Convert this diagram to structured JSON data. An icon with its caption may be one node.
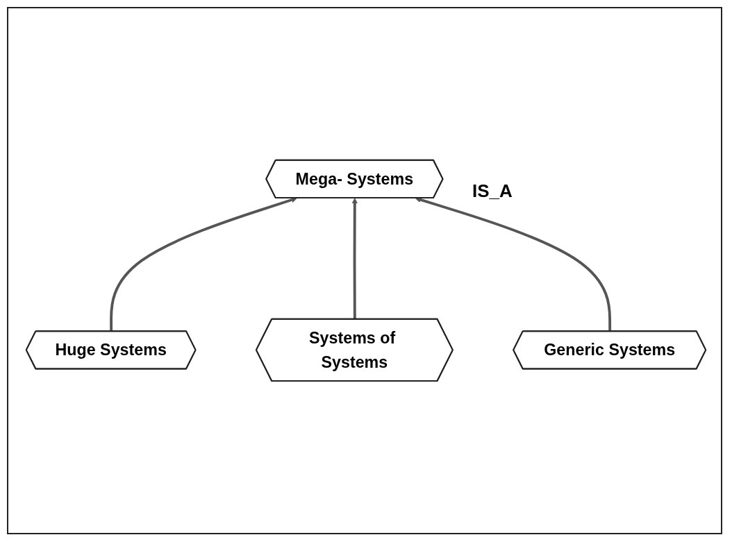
{
  "diagram": {
    "nodes": [
      {
        "text": [
          "Mega- Systems"
        ]
      },
      {
        "text": [
          "Huge Systems"
        ]
      },
      {
        "text": [
          "Systems of Systems"
        ]
      },
      {
        "text": [
          "Generic Systems"
        ]
      }
    ],
    "edges": [
      {
        "from": 1,
        "to": 0,
        "arrow": "to"
      },
      {
        "from": 2,
        "to": 0,
        "arrow": "to"
      },
      {
        "from": 3,
        "to": 0,
        "arrow": "to"
      }
    ],
    "labels": [
      "IS_A"
    ]
  }
}
